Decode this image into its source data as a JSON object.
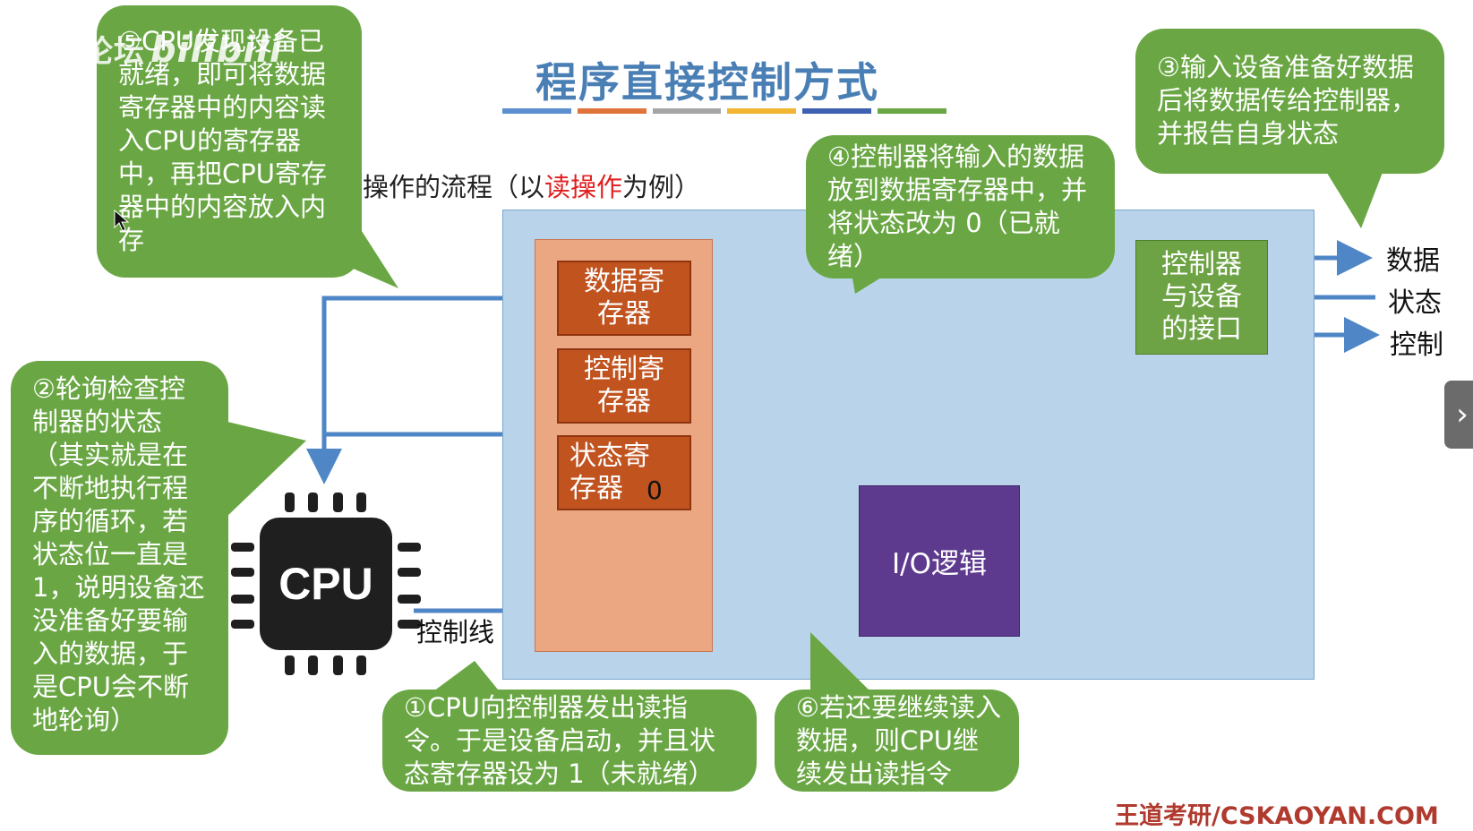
{
  "slide": {
    "title": "程序直接控制方式",
    "title_bar_colors": [
      "#5b8fcf",
      "#e0743a",
      "#a5a5a5",
      "#f2b531",
      "#3f5fb0",
      "#6aa744"
    ],
    "subtitle_prefix": "操作的流程（以",
    "subtitle_highlight": "读操作",
    "subtitle_suffix": "为例）"
  },
  "diagram": {
    "registers": {
      "data": "数据寄\n存器",
      "control": "控制寄\n存器",
      "status": "状态寄\n存器",
      "status_value": "0"
    },
    "interface": "控制器\n与设备\n的接口",
    "io_logic": "I/O逻辑",
    "signals": {
      "data": "数据",
      "status": "状态",
      "control": "控制"
    },
    "cpu_label": "CPU",
    "control_line_label": "控制线"
  },
  "callouts": {
    "step1": "①CPU向控制器发出读指令。于是设备启动，并且状态寄存器设为 1（未就绪）",
    "step2": "②轮询检查控制器的状态（其实就是在不断地执行程序的循环，若状态位一直是1，说明设备还没准备好要输入的数据，于是CPU会不断地轮询）",
    "step3": "③输入设备准备好数据后将数据传给控制器，并报告自身状态",
    "step4": "④控制器将输入的数据放到数据寄存器中，并将状态改为 0（已就绪）",
    "step5": "⑤CPU发现设备已就绪，即可将数据寄存器中的内容读入CPU的寄存器中，再把CPU寄存器中的内容放入内存",
    "step6": "⑥若还要继续读入数据，则CPU继续发出读指令"
  },
  "watermark": {
    "text": "王道论坛",
    "logo": "bilibili"
  },
  "footer": "王道考研/CSKAOYAN.COM",
  "nav": {
    "next_icon": "chevron-right-icon",
    "next_glyph": "›"
  },
  "colors": {
    "line": "#4f86c6",
    "bubble": "#6aa744",
    "main_area": "#b9d4ea",
    "register": "#c1531f",
    "interface": "#6da345",
    "io_logic": "#5e3a8e"
  }
}
